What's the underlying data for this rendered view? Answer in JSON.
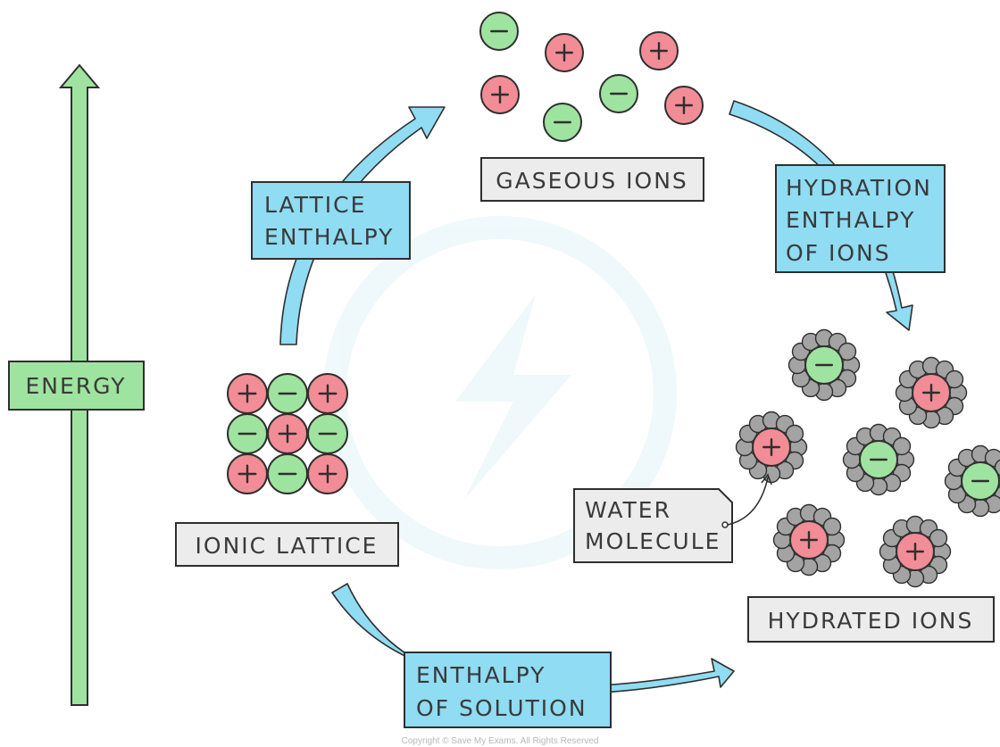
{
  "labels": {
    "energy": "ENERGY",
    "lattice_enthalpy": [
      "LATTICE",
      "ENTHALPY"
    ],
    "gaseous_ions": "GASEOUS IONS",
    "hydration_enthalpy": [
      "HYDRATION",
      "ENTHALPY",
      "OF IONS"
    ],
    "ionic_lattice": "IONIC LATTICE",
    "water_molecule": [
      "WATER",
      "MOLECULE"
    ],
    "hydrated_ions": "HYDRATED IONS",
    "enthalpy_of_solution": [
      "ENTHALPY",
      "OF SOLUTION"
    ]
  },
  "copyright": "Copyright © Save My Exams. All Rights Reserved",
  "colors": {
    "positive_ion": "#f28c96",
    "negative_ion": "#9fe3a0",
    "label_box": "#8fdcf3",
    "name_box": "#ececec",
    "water": "#a3a3a3",
    "energy_arrow": "#9fe3a0"
  },
  "lattice_grid": [
    [
      "+",
      "-",
      "+"
    ],
    [
      "-",
      "+",
      "-"
    ],
    [
      "+",
      "-",
      "+"
    ]
  ],
  "gaseous_ions": [
    "-",
    "+",
    "+",
    "+",
    "-",
    "+",
    "-"
  ],
  "hydrated_ions": [
    "-",
    "+",
    "+",
    "-",
    "-",
    "+",
    "+"
  ]
}
